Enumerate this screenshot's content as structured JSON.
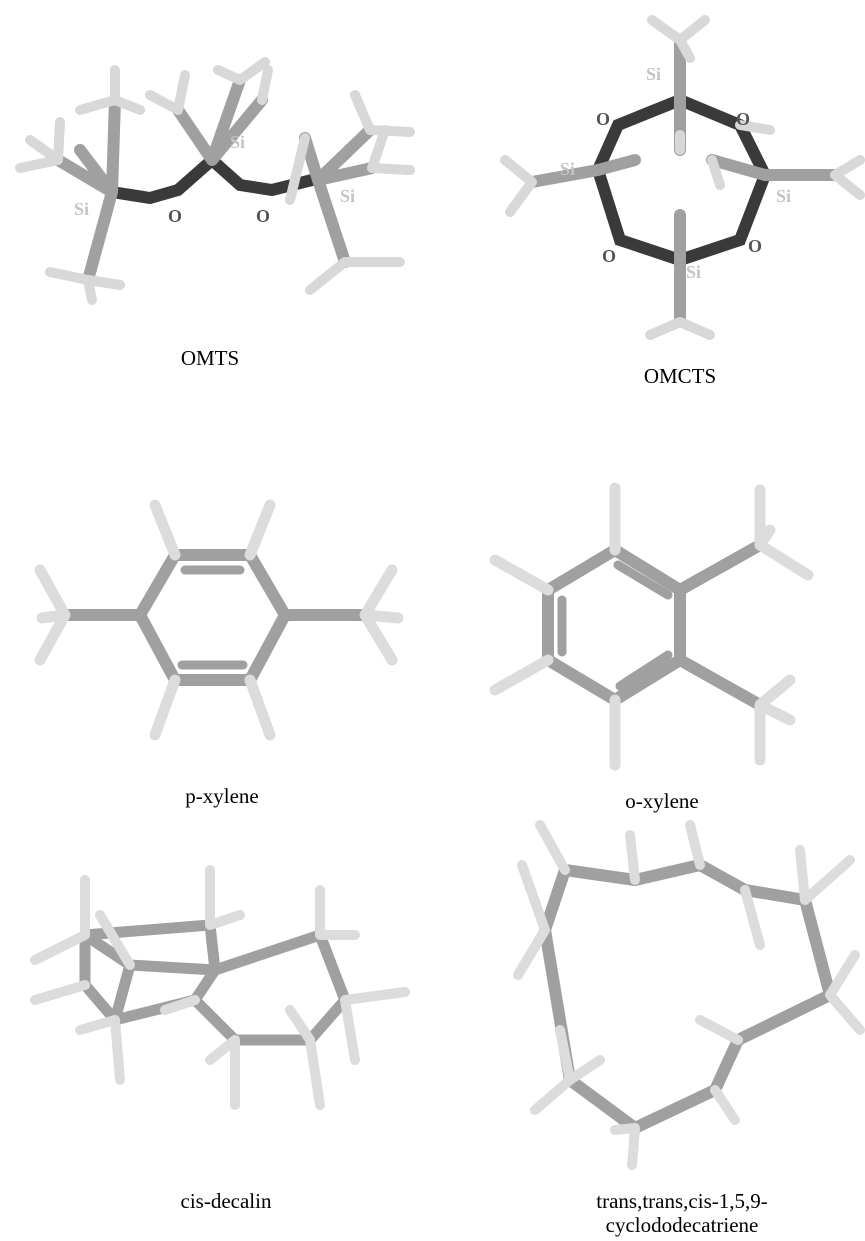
{
  "colors": {
    "bond": "#a0a0a0",
    "bond_dark": "#6e6e6e",
    "siloxane_bond": "#3a3a3a",
    "hydrogen": "#eeeeee",
    "si_label": "#c4c4c4",
    "o_label": "#555555"
  },
  "atom_labels": {
    "si": "Si",
    "o": "O"
  },
  "molecules": [
    {
      "name": "OMTS"
    },
    {
      "name": "OMCTS"
    },
    {
      "name": "p-xylene"
    },
    {
      "name": "o-xylene"
    },
    {
      "name": "cis-decalin"
    },
    {
      "name_lines": [
        "trans,trans,cis-1,5,9-",
        "cyclododecatriene"
      ]
    }
  ]
}
